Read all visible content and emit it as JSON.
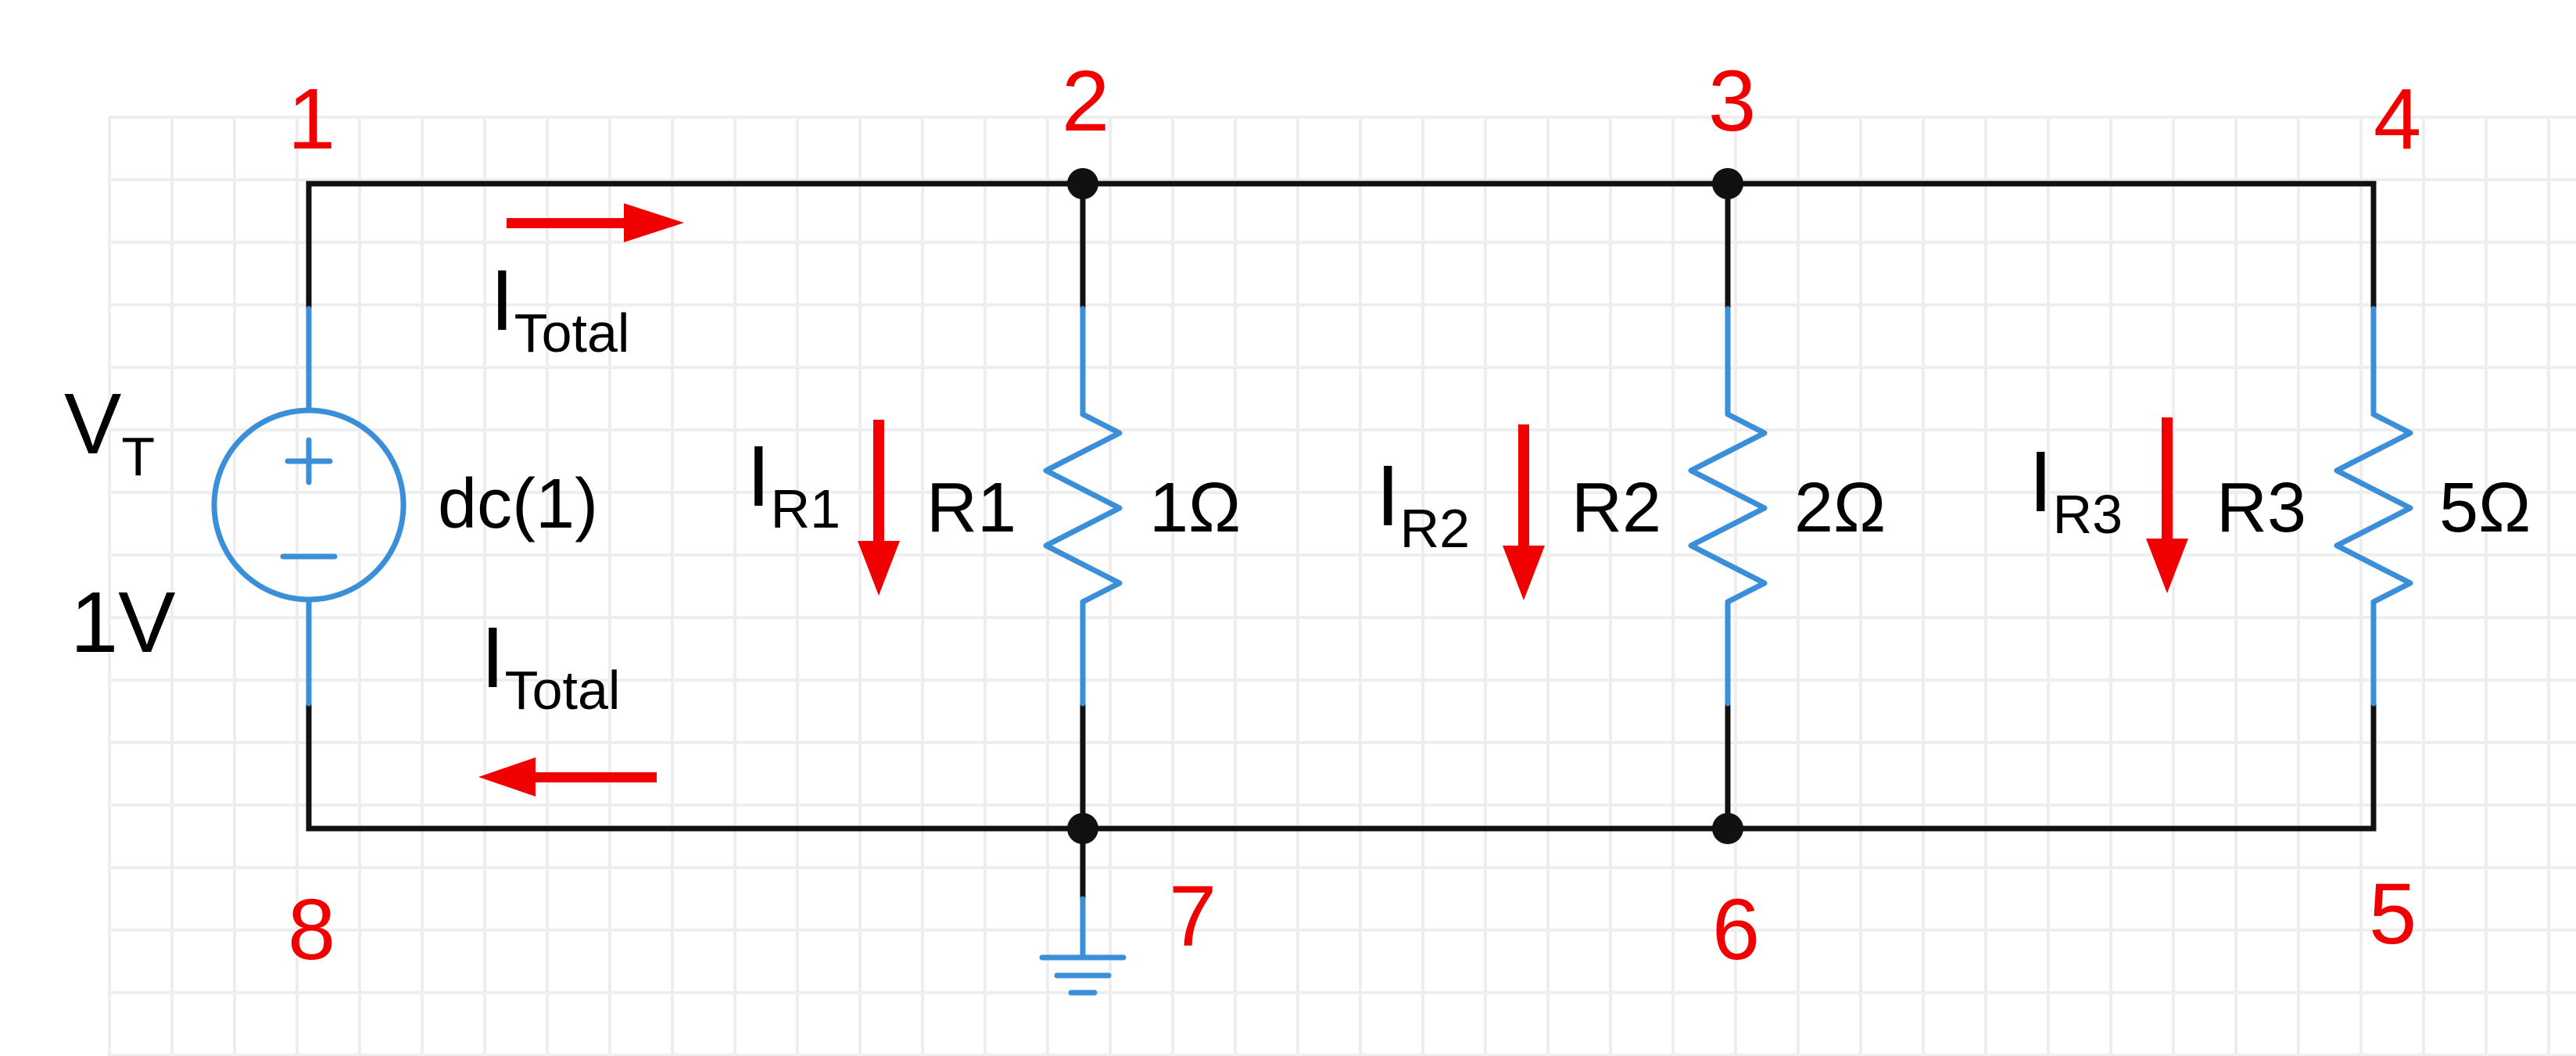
{
  "colors": {
    "background": "#ffffff",
    "grid": "#eeeeee",
    "wire": "#111111",
    "component": "#3a8fd8",
    "annotation": "#f00000",
    "text": "#000000"
  },
  "nodes": {
    "n1": "1",
    "n2": "2",
    "n3": "3",
    "n4": "4",
    "n5": "5",
    "n6": "6",
    "n7": "7",
    "n8": "8"
  },
  "source": {
    "name_main": "V",
    "name_sub": "T",
    "value": "1V",
    "spec": "dc(1)"
  },
  "currents": {
    "total_main": "I",
    "total_sub": "Total",
    "ir1_main": "I",
    "ir1_sub": "R1",
    "ir2_main": "I",
    "ir2_sub": "R2",
    "ir3_main": "I",
    "ir3_sub": "R3"
  },
  "resistors": [
    {
      "name": "R1",
      "value": "1Ω"
    },
    {
      "name": "R2",
      "value": "2Ω"
    },
    {
      "name": "R3",
      "value": "5Ω"
    }
  ],
  "icons": [
    "voltage-source-icon",
    "resistor-icon",
    "ground-icon",
    "current-arrow-icon"
  ]
}
